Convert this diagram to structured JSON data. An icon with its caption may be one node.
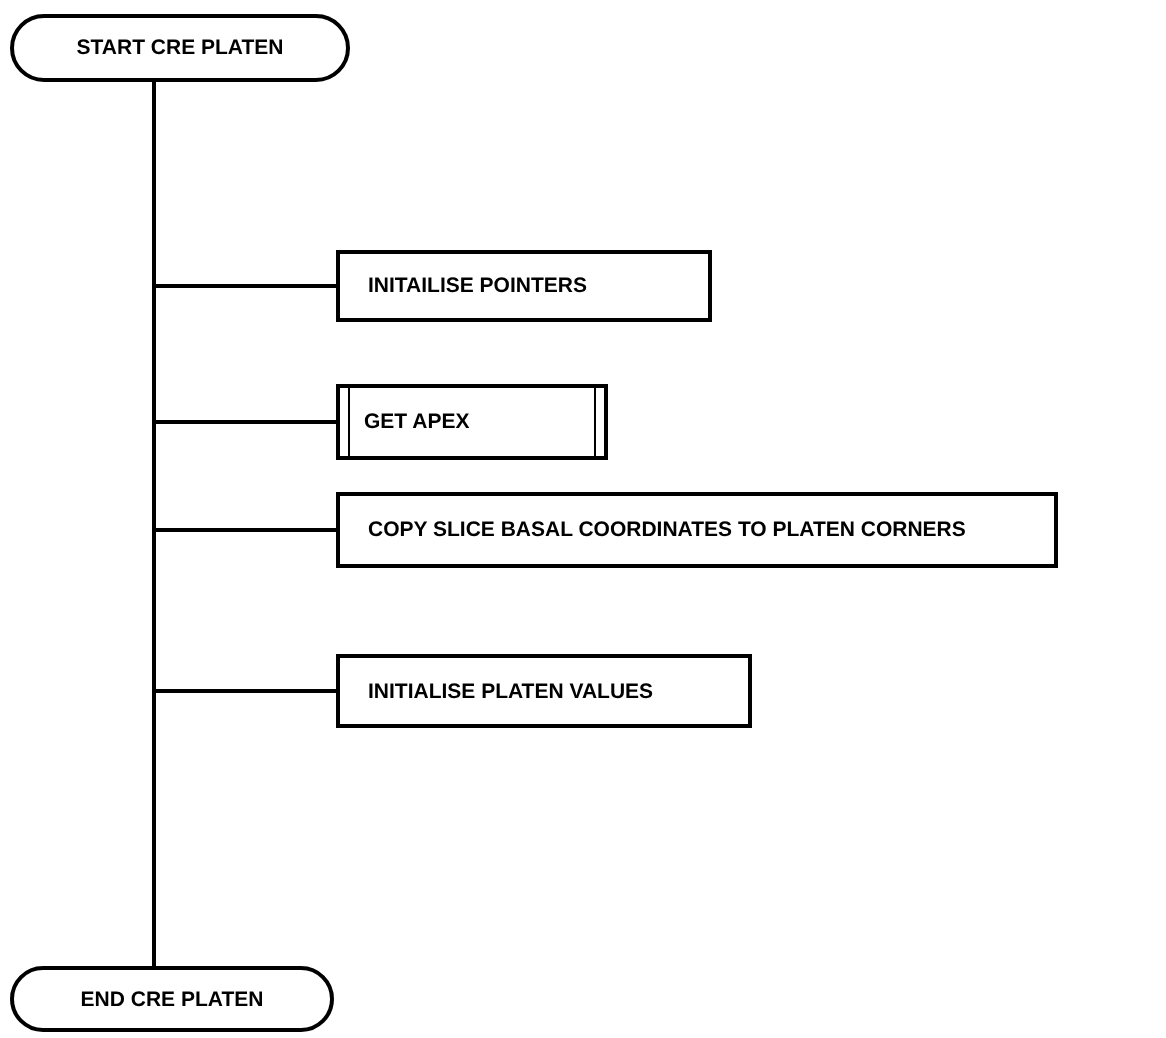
{
  "diagram": {
    "nodes": [
      {
        "text": [
          "START CRE PLATEN"
        ]
      },
      {
        "text": [
          "INITAILISE POINTERS"
        ]
      },
      {
        "text": [
          "GET APEX"
        ]
      },
      {
        "text": [
          "COPY SLICE BASAL COORDINATES TO PLATEN CORNERS"
        ]
      },
      {
        "text": [
          "INITIALISE PLATEN VALUES"
        ]
      },
      {
        "text": [
          "END CRE PLATEN"
        ]
      }
    ],
    "edges": [
      {
        "from": 0,
        "to": 1,
        "arrow": "none"
      },
      {
        "from": 0,
        "to": 2,
        "arrow": "none"
      },
      {
        "from": 0,
        "to": 3,
        "arrow": "none"
      },
      {
        "from": 0,
        "to": 4,
        "arrow": "none"
      },
      {
        "from": 0,
        "to": 5,
        "arrow": "none"
      }
    ]
  }
}
